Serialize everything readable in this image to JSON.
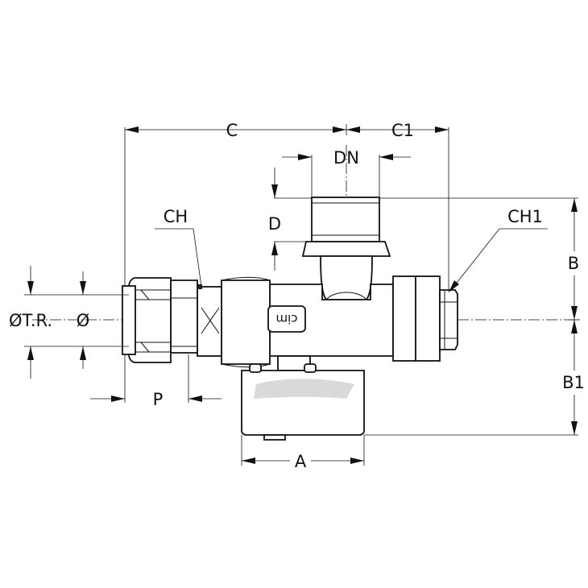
{
  "labels": {
    "c": "C",
    "c1": "C1",
    "dn": "DN",
    "d": "D",
    "ch": "CH",
    "ch1": "CH1",
    "b": "B",
    "b1": "B1",
    "otr": "ØT.R.",
    "o": "Ø",
    "p": "P",
    "a": "A",
    "logo": "cim"
  },
  "colors": {
    "line": "#111111",
    "background": "#ffffff",
    "shade": "#d9d9d9"
  }
}
